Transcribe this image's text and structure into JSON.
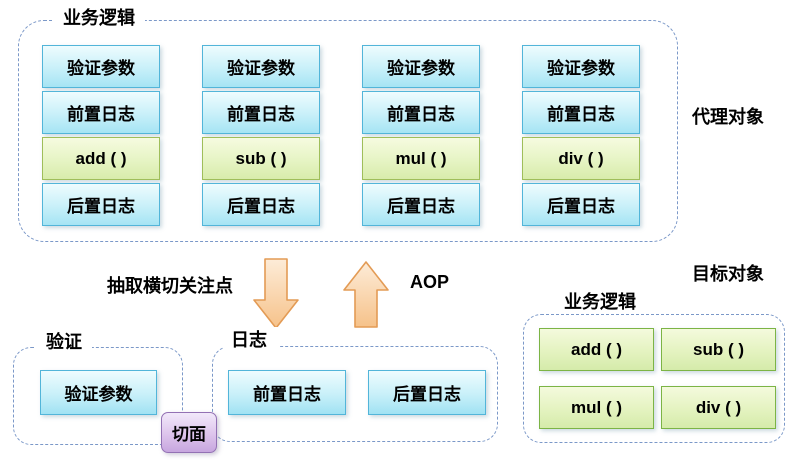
{
  "proxy_section": {
    "container_label": "业务逻辑",
    "side_label": "代理对象",
    "columns": [
      [
        "验证参数",
        "前置日志",
        "add ( )",
        "后置日志"
      ],
      [
        "验证参数",
        "前置日志",
        "sub ( )",
        "后置日志"
      ],
      [
        "验证参数",
        "前置日志",
        "mul ( )",
        "后置日志"
      ],
      [
        "验证参数",
        "前置日志",
        "div ( )",
        "后置日志"
      ]
    ]
  },
  "transform": {
    "extract_label": "抽取横切关注点",
    "aop_label": "AOP"
  },
  "aspect": {
    "label": "切面"
  },
  "validation_section": {
    "container_label": "验证",
    "cells": [
      "验证参数"
    ]
  },
  "logging_section": {
    "container_label": "日志",
    "cells": [
      "前置日志",
      "后置日志"
    ]
  },
  "target_section": {
    "side_label": "目标对象",
    "container_label": "业务逻辑",
    "methods": [
      "add ( )",
      "sub ( )",
      "mul ( )",
      "div ( )"
    ]
  },
  "colors": {
    "dashed_border": "#7b98c8",
    "blue_box_border": "#52b5d9",
    "blue_box_top": "#eefcfe",
    "blue_box_bottom": "#a5e4f4",
    "green_box_border": "#7cb445",
    "green_box_top": "#f4fadd",
    "green_box_bottom": "#d5ebaa",
    "purple_box_border": "#9371b4",
    "purple_box_top": "#f2e9fa",
    "purple_box_bottom": "#c7a6df",
    "arrow_border": "#e39b55",
    "arrow_fill_light": "#fdecd8",
    "arrow_fill_dark": "#f6c28a"
  }
}
